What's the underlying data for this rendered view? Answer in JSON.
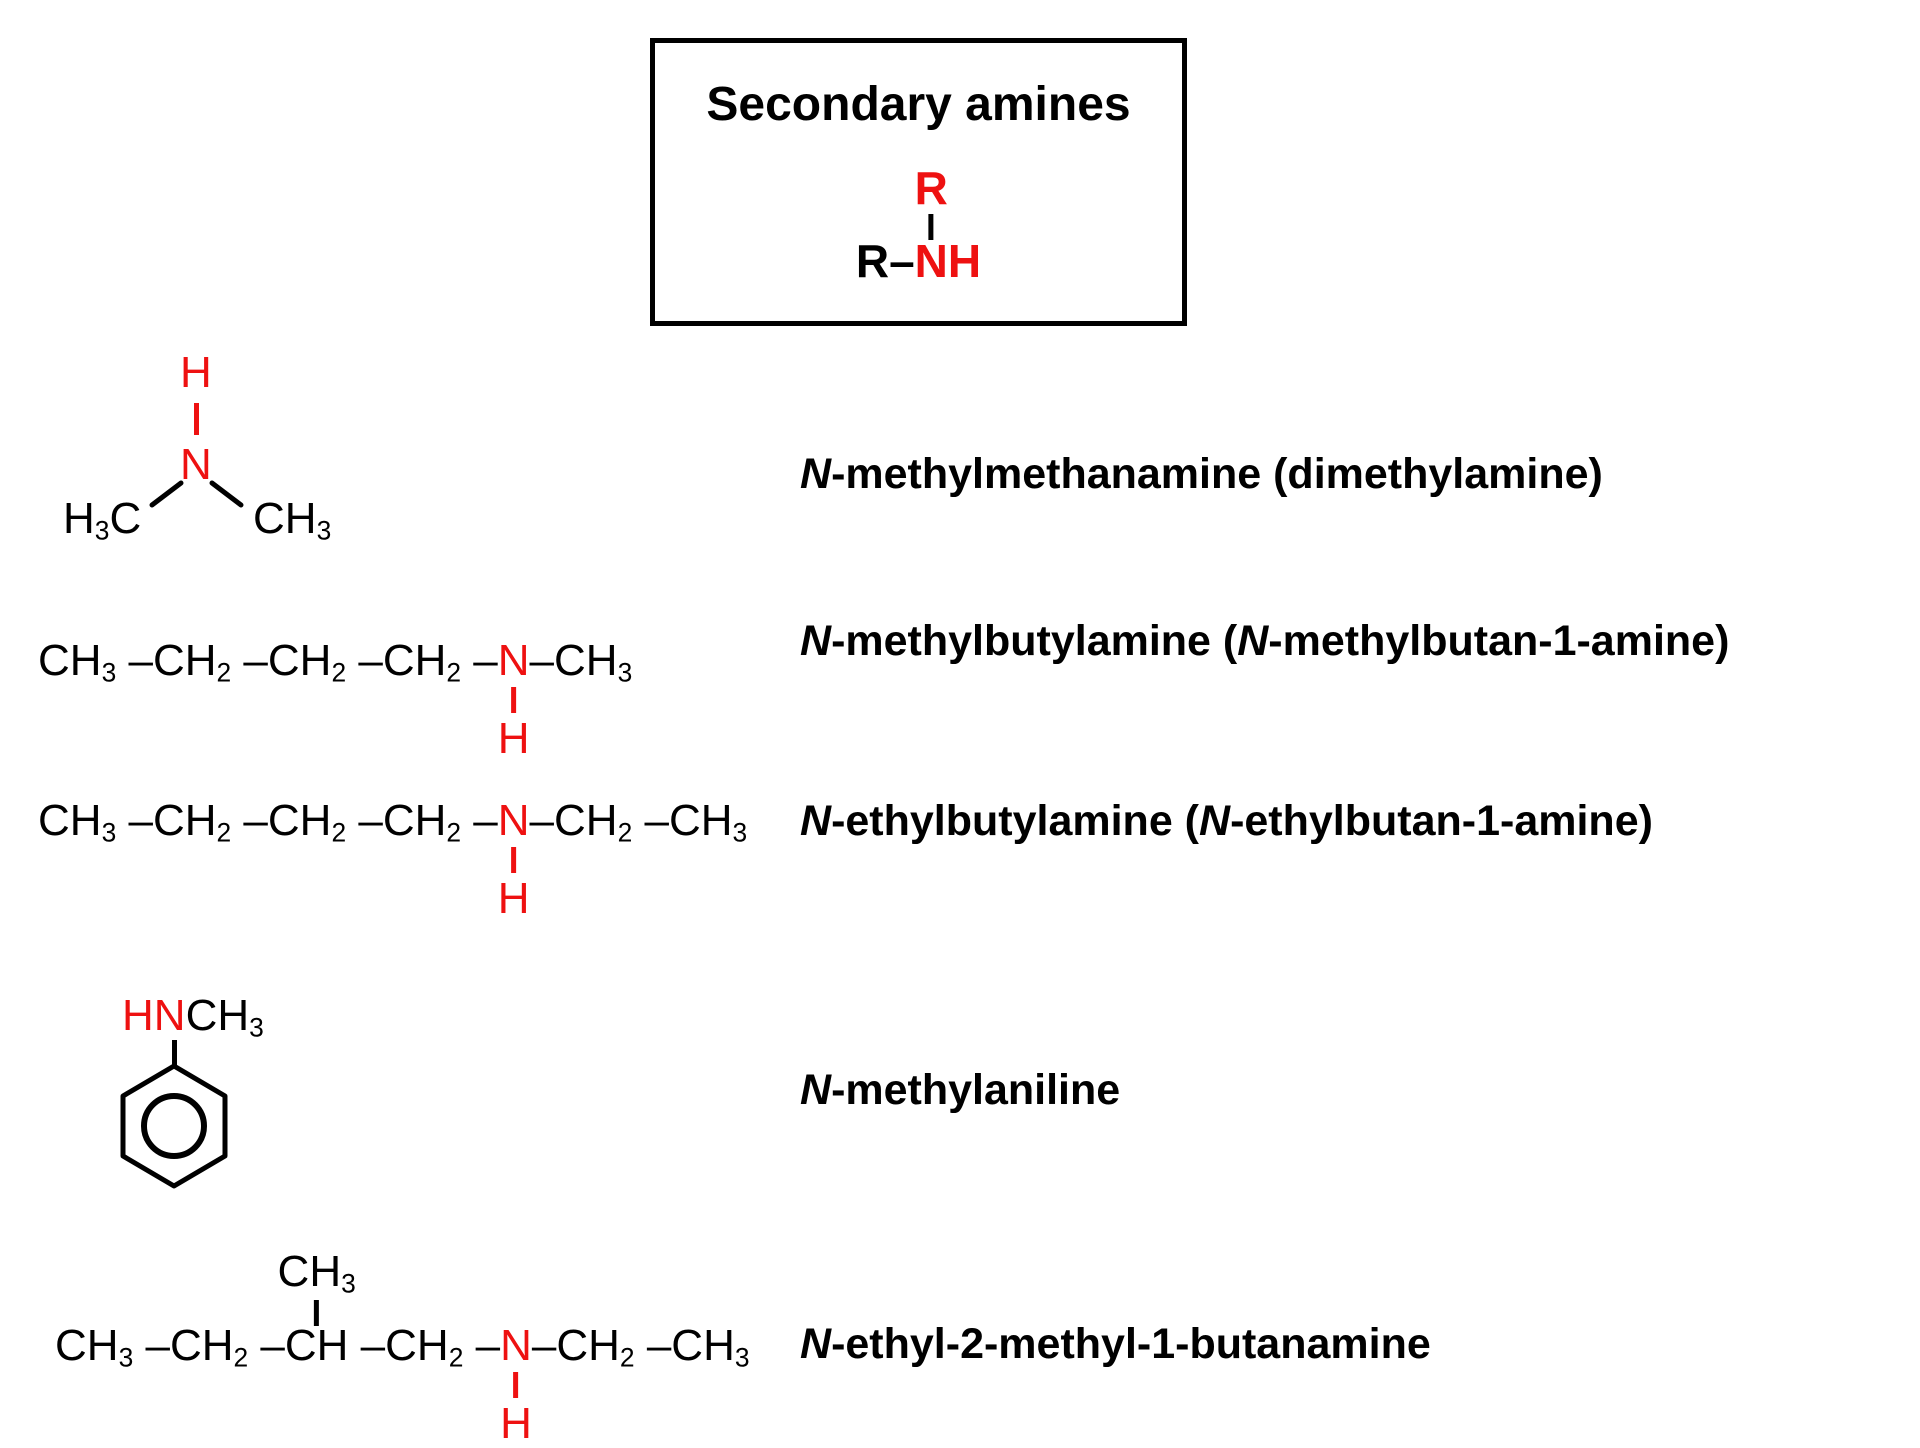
{
  "colors": {
    "red": "#ee1111",
    "ink": "#000000",
    "background": "#ffffff"
  },
  "box": {
    "title": "Secondary amines",
    "formula_tokens": [
      {
        "text": "R–"
      },
      {
        "text": "N",
        "red": true,
        "above": {
          "text": "R",
          "bond": true
        }
      },
      {
        "text": "H",
        "red": true
      }
    ]
  },
  "structures": {
    "dimethylamine": {
      "h_top": "H",
      "n": "N",
      "left_tokens": [
        {
          "text": "H",
          "sub": "3"
        },
        {
          "text": "C"
        }
      ],
      "right_tokens": [
        {
          "text": "CH",
          "sub": "3"
        }
      ]
    },
    "n_methylbutylamine": {
      "chain": [
        {
          "text": "CH",
          "sub": "3"
        },
        {
          "text": " –CH",
          "sub": "2"
        },
        {
          "text": " –CH",
          "sub": "2"
        },
        {
          "text": " –CH",
          "sub": "2"
        },
        {
          "text": " –"
        },
        {
          "text": "N",
          "red": true,
          "below": {
            "bond": true,
            "text": "H"
          }
        },
        {
          "text": "–CH",
          "sub": "3"
        }
      ]
    },
    "n_ethylbutylamine": {
      "chain": [
        {
          "text": "CH",
          "sub": "3"
        },
        {
          "text": " –CH",
          "sub": "2"
        },
        {
          "text": " –CH",
          "sub": "2"
        },
        {
          "text": " –CH",
          "sub": "2"
        },
        {
          "text": " –"
        },
        {
          "text": "N",
          "red": true,
          "below": {
            "bond": true,
            "text": "H"
          }
        },
        {
          "text": "–CH",
          "sub": "2"
        },
        {
          "text": " –CH",
          "sub": "3"
        }
      ]
    },
    "n_methylaniline": {
      "head_tokens": [
        {
          "text": "HN",
          "red": true
        },
        {
          "text": "CH",
          "sub": "3"
        }
      ]
    },
    "n_ethyl_2_methyl_1_butanamine": {
      "chain": [
        {
          "text": "CH",
          "sub": "3"
        },
        {
          "text": " –CH",
          "sub": "2"
        },
        {
          "text": " –"
        },
        {
          "text": "CH",
          "above": {
            "text": "CH",
            "sub": "3",
            "bond": true
          }
        },
        {
          "text": " –CH",
          "sub": "2"
        },
        {
          "text": " –"
        },
        {
          "text": "N",
          "red": true,
          "below": {
            "bond": true,
            "text": "H"
          }
        },
        {
          "text": "–CH",
          "sub": "2"
        },
        {
          "text": " –CH",
          "sub": "3"
        }
      ]
    }
  },
  "labels": {
    "n_methylmethanamine": {
      "parts": [
        {
          "text": "N",
          "italic": true
        },
        {
          "text": "-methylmethanamine (dimethylamine)"
        }
      ]
    },
    "n_methylbutylamine": {
      "parts": [
        {
          "text": "N",
          "italic": true
        },
        {
          "text": "-methylbutylamine ("
        },
        {
          "text": "N",
          "italic": true
        },
        {
          "text": "-methylbutan-1-amine)"
        }
      ]
    },
    "n_ethylbutylamine": {
      "parts": [
        {
          "text": "N",
          "italic": true
        },
        {
          "text": "-ethylbutylamine ("
        },
        {
          "text": "N",
          "italic": true
        },
        {
          "text": "-ethylbutan-1-amine)"
        }
      ]
    },
    "n_methylaniline": {
      "parts": [
        {
          "text": "N",
          "italic": true
        },
        {
          "text": "-methylaniline"
        }
      ]
    },
    "n_ethyl_2_methyl_1_butanamine": {
      "parts": [
        {
          "text": "N",
          "italic": true
        },
        {
          "text": "-ethyl-2-methyl-1-butanamine"
        }
      ]
    }
  }
}
